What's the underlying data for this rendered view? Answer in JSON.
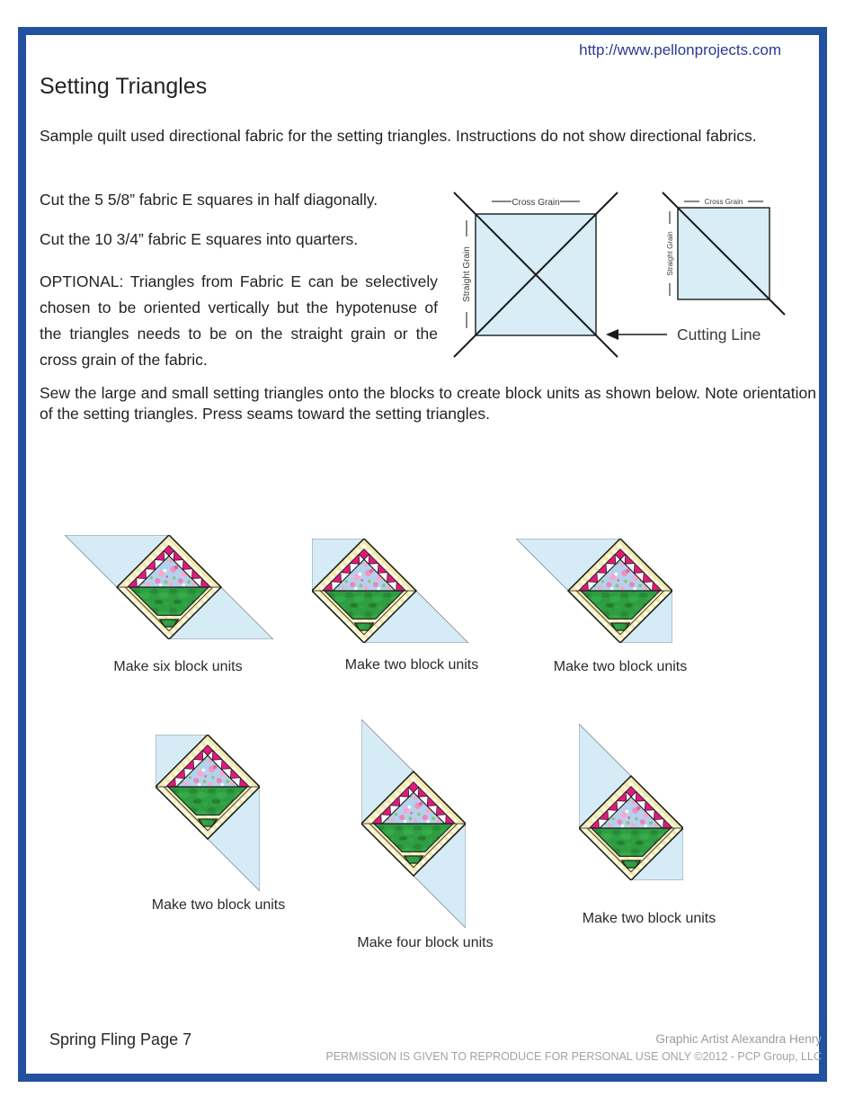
{
  "page": {
    "url": "http://www.pellonprojects.com",
    "title": "Setting Triangles",
    "intro": "Sample quilt used directional fabric for the setting triangles.  Instructions do not show directional fabrics.",
    "step1": "Cut the 5 5/8” fabric E squares in half diagonally.",
    "step2": "Cut the 10 3/4” fabric E squares into quarters.",
    "optional": "OPTIONAL:  Triangles from Fabric E can be selectively chosen to be oriented vertically but the hypotenuse of the triangles needs to be on the straight grain or the cross grain of the fabric.",
    "sew": "Sew the large and small setting triangles onto the blocks to create block units as shown below.  Note orienta­tion of the setting triangles.  Press seams toward the setting triangles."
  },
  "diagrams": {
    "cross_grain": "Cross Grain",
    "straight_grain": "Straight Grain",
    "cutting_line": "Cutting Line"
  },
  "units": [
    {
      "label": "Make six block units"
    },
    {
      "label": "Make two block units"
    },
    {
      "label": "Make two block units"
    },
    {
      "label": "Make two block units"
    },
    {
      "label": "Make four block units"
    },
    {
      "label": "Make two block units"
    }
  ],
  "footer": {
    "page_label": "Spring Fling Page 7",
    "artist": "Graphic Artist  Alexandra Henry",
    "permission": "PERMISSION IS GIVEN TO REPRODUCE FOR PERSONAL USE ONLY ©2012 - PCP Group, LLC"
  },
  "colors": {
    "frame_blue": "#2450a0",
    "url_blue": "#2b3990",
    "setting_triangle_blue": "#d5ecf6",
    "sawtooth_magenta": "#e0197d",
    "gingham_yellow": "#f1e8ad",
    "basket_green": "#2f9d41",
    "floral_blue": "#b4d2ee",
    "floral_pink": "#f090bd"
  }
}
